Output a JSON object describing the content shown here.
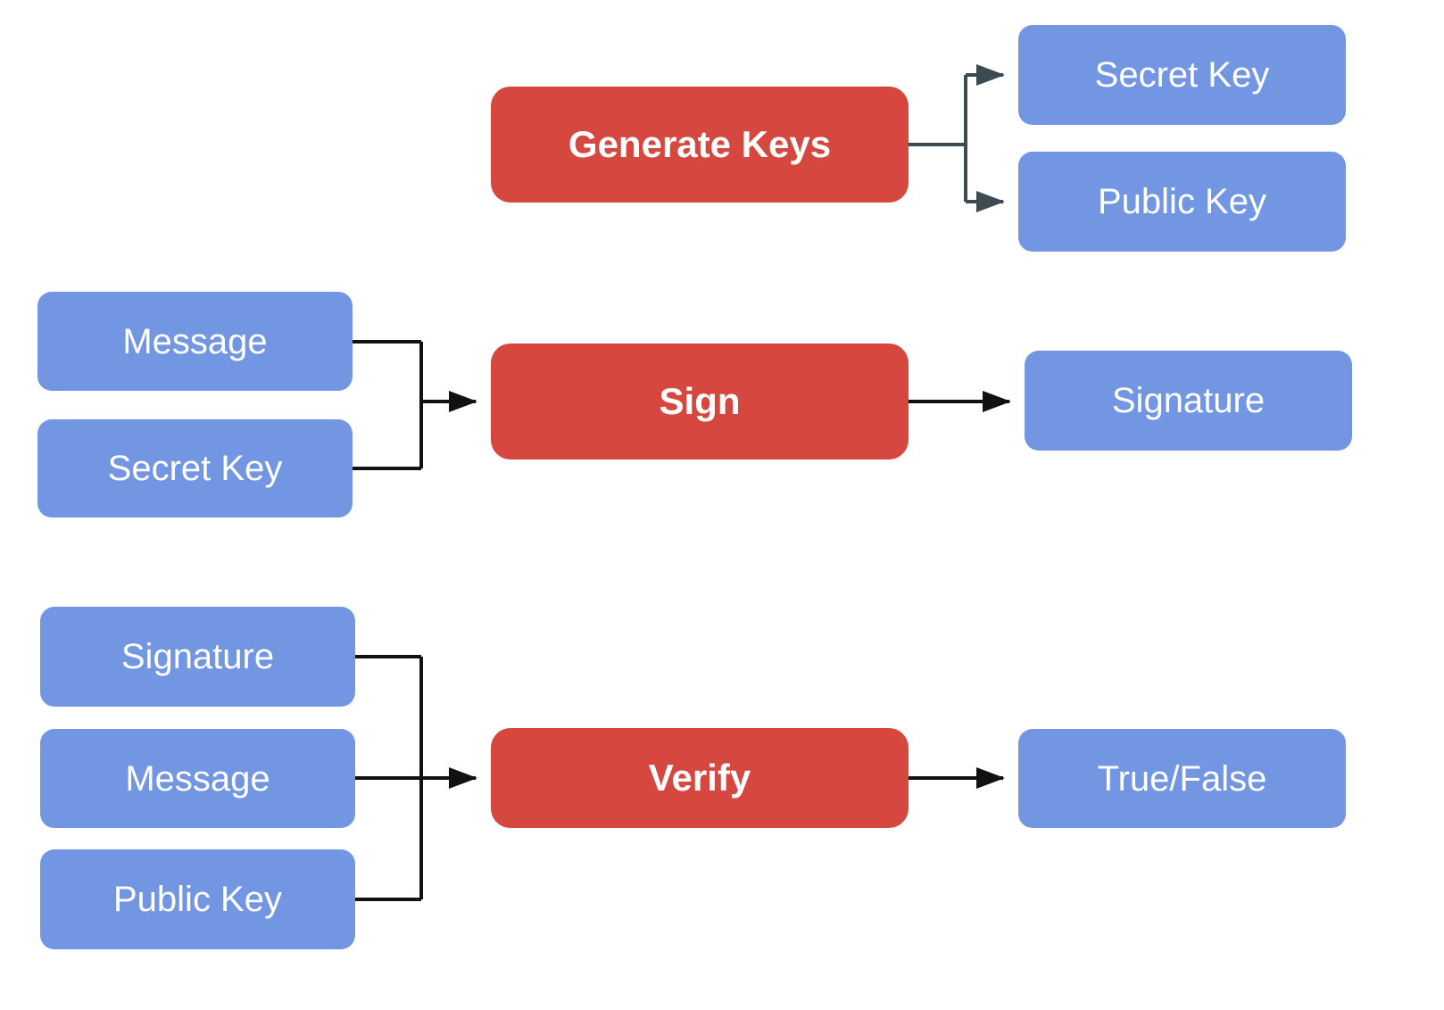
{
  "colors": {
    "process_box": "#d6483f",
    "data_box": "#7396e2",
    "box_text": "#ffffff",
    "connector": "#111111",
    "connector_top": "#3e4a52"
  },
  "keygen": {
    "process": "Generate Keys",
    "outputs": [
      "Secret Key",
      "Public Key"
    ]
  },
  "sign": {
    "inputs": [
      "Message",
      "Secret Key"
    ],
    "process": "Sign",
    "output": "Signature"
  },
  "verify": {
    "inputs": [
      "Signature",
      "Message",
      "Public Key"
    ],
    "process": "Verify",
    "output": "True/False"
  }
}
